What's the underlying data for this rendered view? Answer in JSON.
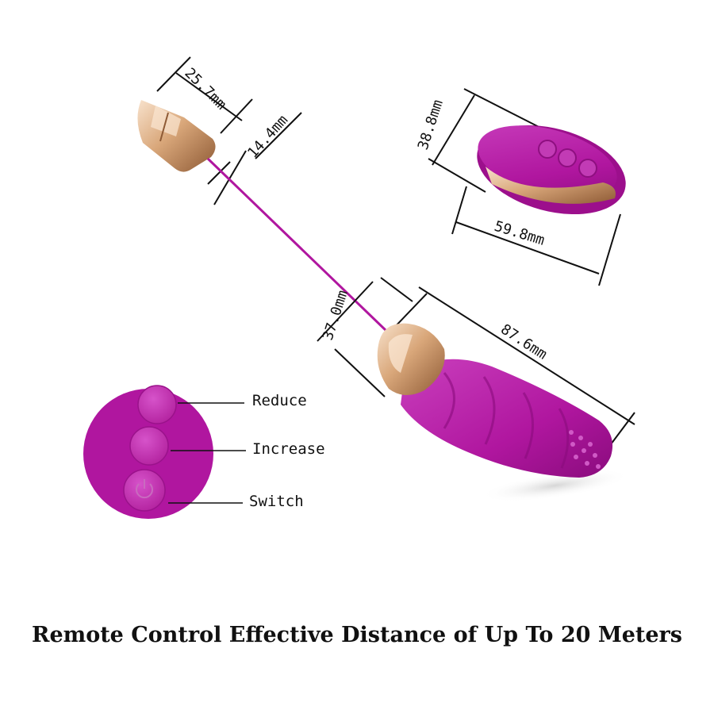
{
  "dimensions": {
    "cap_length": "25.7mm",
    "cap_diameter": "14.4mm",
    "remote_height": "38.8mm",
    "remote_width": "59.8mm",
    "egg_diameter": "37.0mm",
    "egg_length": "87.6mm"
  },
  "buttons": {
    "reduce": "Reduce",
    "increase": "Increase",
    "switch": "Switch"
  },
  "caption": "Remote Control Effective Distance of Up To 20 Meters",
  "colors": {
    "body": "#b0169f",
    "body_light": "#c93fbd",
    "button": "#bf2fb2",
    "gold": "#d9a77a",
    "gold_light": "#f6dcc3",
    "dimension_line": "#111111"
  }
}
